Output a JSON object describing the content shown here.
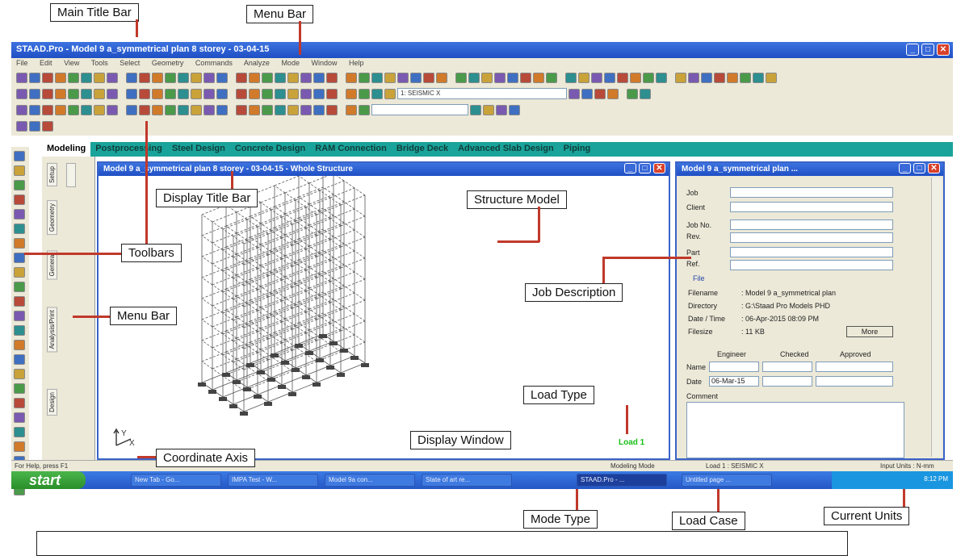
{
  "app": {
    "title": "STAAD.Pro - Model 9 a_symmetrical plan 8 storey - 03-04-15",
    "menu": [
      "File",
      "Edit",
      "View",
      "Tools",
      "Select",
      "Geometry",
      "Commands",
      "Analyze",
      "Mode",
      "Window",
      "Help"
    ],
    "load_combo_value": "1: SEISMIC X"
  },
  "tabs": [
    "Modeling",
    "Postprocessing",
    "Steel Design",
    "Concrete Design",
    "RAM Connection",
    "Bridge Deck",
    "Advanced Slab Design",
    "Piping"
  ],
  "page_control_tabs": [
    "Setup",
    "Geometry",
    "General",
    "Analysis/Print",
    "Design"
  ],
  "display_window": {
    "title": "Model 9 a_symmetrical plan 8 storey - 03-04-15 - Whole Structure",
    "load_label": "Load 1"
  },
  "job_panel": {
    "title": "Model 9 a_symmetrical plan ...",
    "fields": [
      "Job",
      "Client",
      "Job No.",
      "Rev.",
      "Part",
      "Ref."
    ],
    "file_heading": "File",
    "info": [
      {
        "label": "Filename",
        "value": ": Model 9 a_symmetrical plan"
      },
      {
        "label": "Directory",
        "value": ": G:\\Staad Pro Models PHD"
      },
      {
        "label": "Date / Time",
        "value": ": 06-Apr-2015   08:09 PM"
      },
      {
        "label": "Filesize",
        "value": ": 11 KB"
      }
    ],
    "more_button": "More",
    "grid_headers": [
      "Engineer",
      "Checked",
      "Approved"
    ],
    "row_labels": [
      "Name",
      "Date"
    ],
    "date_value": "06-Mar-15",
    "comment_label": "Comment"
  },
  "status_bar": {
    "left": "For Help, press F1",
    "mode": "Modeling Mode",
    "load": "Load 1 : SEISMIC X",
    "units": "Input Units : N-mm"
  },
  "taskbar": {
    "start": "start",
    "items": [
      "New Tab - Go...",
      "IMPA Test - W...",
      "Model 9a con...",
      "State of art re...",
      "STAAD.Pro - ...",
      "Untitled page ..."
    ],
    "clock": "8:12 PM"
  },
  "callouts": {
    "main_title_bar": "Main Title Bar",
    "menu_bar_top": "Menu Bar",
    "display_title_bar": "Display Title Bar",
    "structure_model": "Structure Model",
    "toolbars": "Toolbars",
    "job_description": "Job Description",
    "menu_bar_left": "Menu Bar",
    "load_type": "Load Type",
    "display_window": "Display Window",
    "coordinate_axis": "Coordinate Axis",
    "mode_type": "Mode Type",
    "load_case": "Load Case",
    "current_units": "Current Units"
  }
}
